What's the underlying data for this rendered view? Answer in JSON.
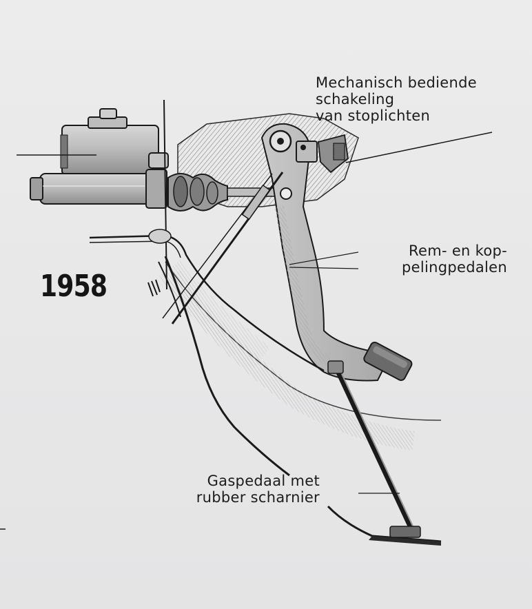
{
  "year": "1958",
  "labels": {
    "stoplight": [
      "Mechanisch bediende",
      "schakeling",
      "van stoplichten"
    ],
    "pedals": [
      "Rem- en kop-",
      "pelingpedalen"
    ],
    "gas": [
      "Gaspedaal met",
      "rubber scharnier"
    ]
  },
  "colors": {
    "ink": "#1c1c1c",
    "paper": "#e9e9ea",
    "metal_shade": "#b9b9b9",
    "hatch": "#9a9a9a"
  }
}
